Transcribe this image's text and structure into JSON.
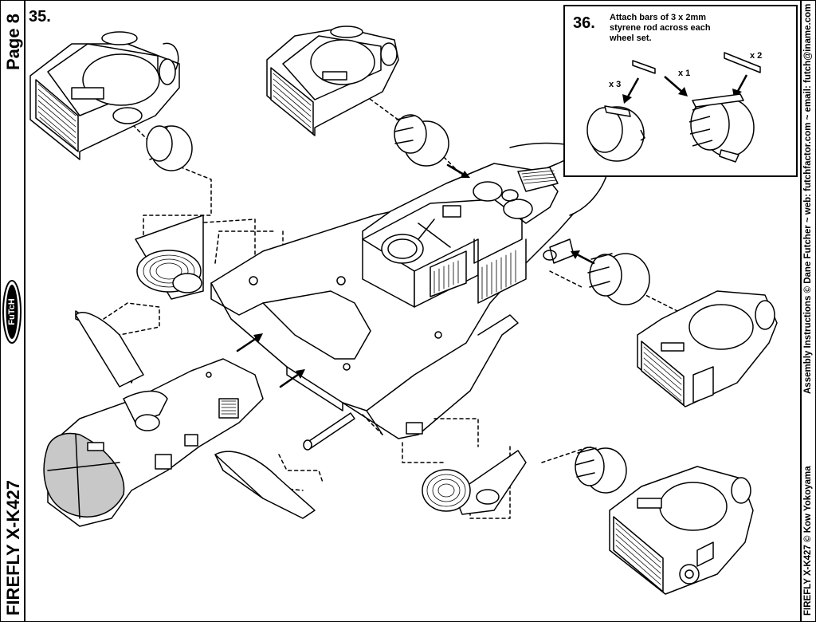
{
  "header": {
    "page_label": "Page 8",
    "model_title": "FIREFLY X-K427",
    "logo_text": "FuTcH"
  },
  "credits": {
    "bottom": "FIREFLY X-K427 © Kow Yokoyama",
    "top": "Assembly Instructions © Dane Futcher  ~  web: futchfactor.com  ~  email: futch@iname.com"
  },
  "steps": {
    "step35": {
      "number": "35."
    },
    "step36": {
      "number": "36.",
      "instruction": "Attach bars of 3 x 2mm styrene rod across each wheel set.",
      "qty_single_bar": "x 1",
      "qty_double_bar": "x 2",
      "qty_wheels": "x 3"
    }
  },
  "colors": {
    "line": "#000000",
    "canopy_fill": "#c8c8c8",
    "background": "#ffffff"
  }
}
